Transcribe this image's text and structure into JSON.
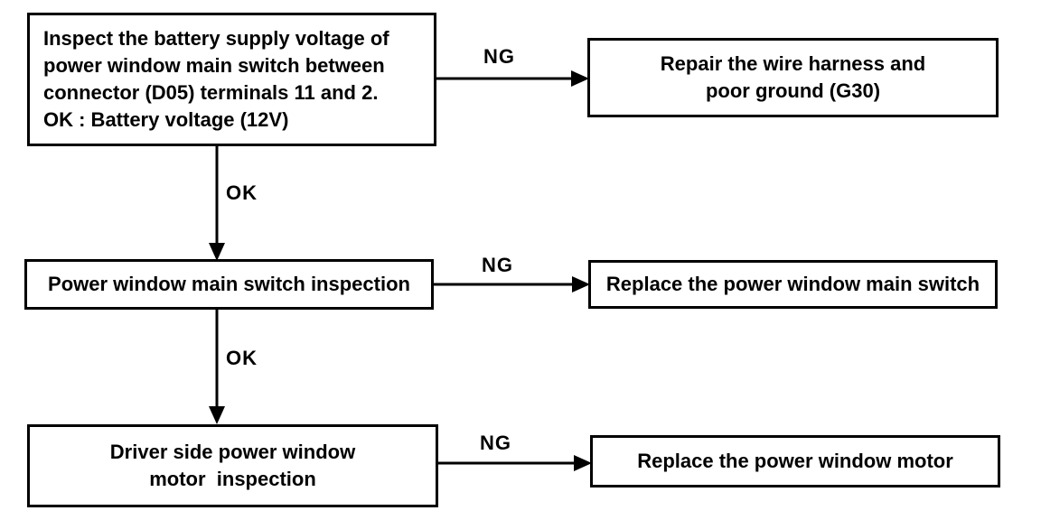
{
  "flowchart": {
    "steps": {
      "step1": {
        "text": "Inspect the battery supply voltage of\npower window main switch between\nconnector (D05) terminals 11 and 2.\nOK : Battery voltage (12V)"
      },
      "step2": {
        "text": "Power window main switch inspection"
      },
      "step3": {
        "text": "Driver side power window\nmotor  inspection"
      }
    },
    "actions": {
      "repair1": {
        "text": "Repair the wire harness and\npoor ground (G30)"
      },
      "repair2": {
        "text": "Replace the power window main switch"
      },
      "repair3": {
        "text": "Replace the power window motor"
      }
    },
    "edge_labels": {
      "ng1": "NG",
      "ok1": "OK",
      "ng2": "NG",
      "ok2": "OK",
      "ng3": "NG"
    },
    "colors": {
      "line": "#000000",
      "background": "#ffffff"
    }
  }
}
